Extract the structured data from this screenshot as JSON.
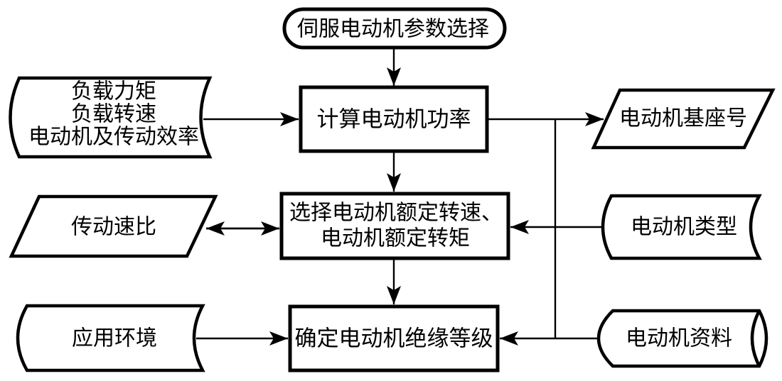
{
  "diagram": {
    "background_color": "#ffffff",
    "stroke_color": "#000000",
    "nodes": {
      "start": {
        "type": "terminator",
        "label": "伺服电动机参数选择"
      },
      "load_inputs": {
        "type": "stored-data",
        "lines": [
          "负载力矩",
          "负载转速",
          "电动机及传动效率"
        ]
      },
      "calc_power": {
        "type": "process",
        "label": "计算电动机功率"
      },
      "frame_size": {
        "type": "parallelogram",
        "label": "电动机基座号"
      },
      "drive_ratio": {
        "type": "parallelogram",
        "label": "传动速比"
      },
      "select_rating": {
        "type": "process",
        "lines": [
          "选择电动机额定转速、",
          "电动机额定转矩"
        ]
      },
      "motor_type": {
        "type": "stored-data",
        "label": "电动机类型"
      },
      "environment": {
        "type": "stored-data",
        "label": "应用环境"
      },
      "insulation": {
        "type": "process",
        "label": "确定电动机绝缘等级"
      },
      "motor_data": {
        "type": "cylinder",
        "label": "电动机资料"
      }
    },
    "edges": [
      {
        "from": "start",
        "to": "calc_power",
        "style": "arrow"
      },
      {
        "from": "load_inputs",
        "to": "calc_power",
        "style": "arrow"
      },
      {
        "from": "calc_power",
        "to": "frame_size",
        "style": "arrow"
      },
      {
        "from": "calc_power",
        "to": "select_rating",
        "style": "arrow"
      },
      {
        "from": "drive_ratio",
        "to": "select_rating",
        "style": "double-arrow"
      },
      {
        "from": "motor_type",
        "to": "select_rating",
        "style": "arrow"
      },
      {
        "from": "select_rating",
        "to": "insulation",
        "style": "arrow"
      },
      {
        "from": "environment",
        "to": "insulation",
        "style": "arrow"
      },
      {
        "from": "motor_data",
        "to": "insulation",
        "style": "arrow"
      },
      {
        "from": "calc_power-branch",
        "to": "insulation",
        "style": "bus-line"
      }
    ]
  }
}
